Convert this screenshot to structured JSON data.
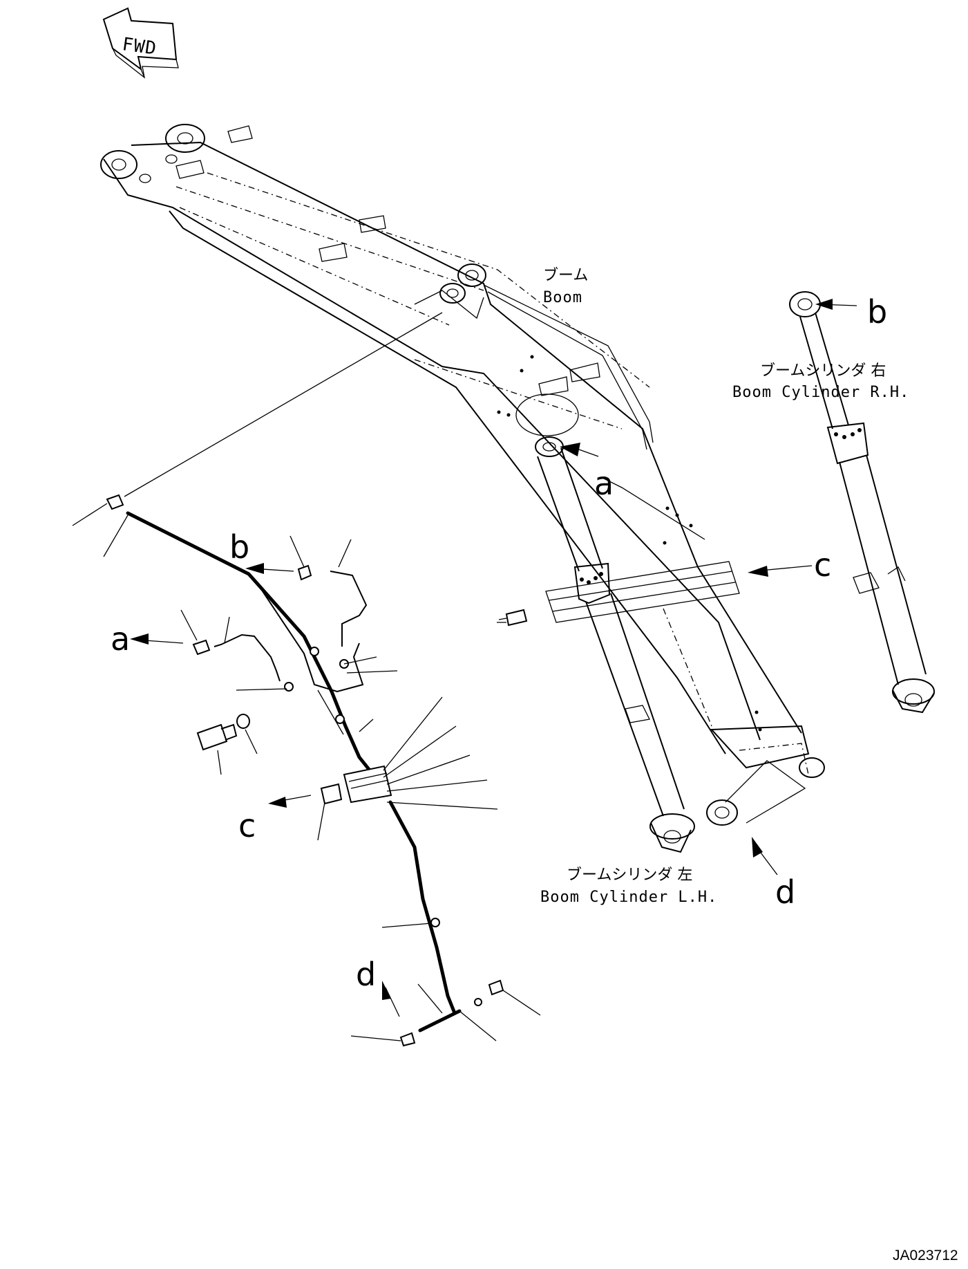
{
  "fwd": "FWD",
  "labels": {
    "boom_jp": "ブーム",
    "boom_en": "Boom",
    "cyl_rh_jp": "ブームシリンダ 右",
    "cyl_rh_en": "Boom Cylinder R.H.",
    "cyl_lh_jp": "ブームシリンダ 左",
    "cyl_lh_en": "Boom Cylinder L.H."
  },
  "callouts": {
    "a_main": "a",
    "b_right": "b",
    "c_right": "c",
    "d_right": "d",
    "b_left": "b",
    "a_left": "a",
    "c_left": "c",
    "d_left": "d"
  },
  "drawing_code": "JA023712"
}
